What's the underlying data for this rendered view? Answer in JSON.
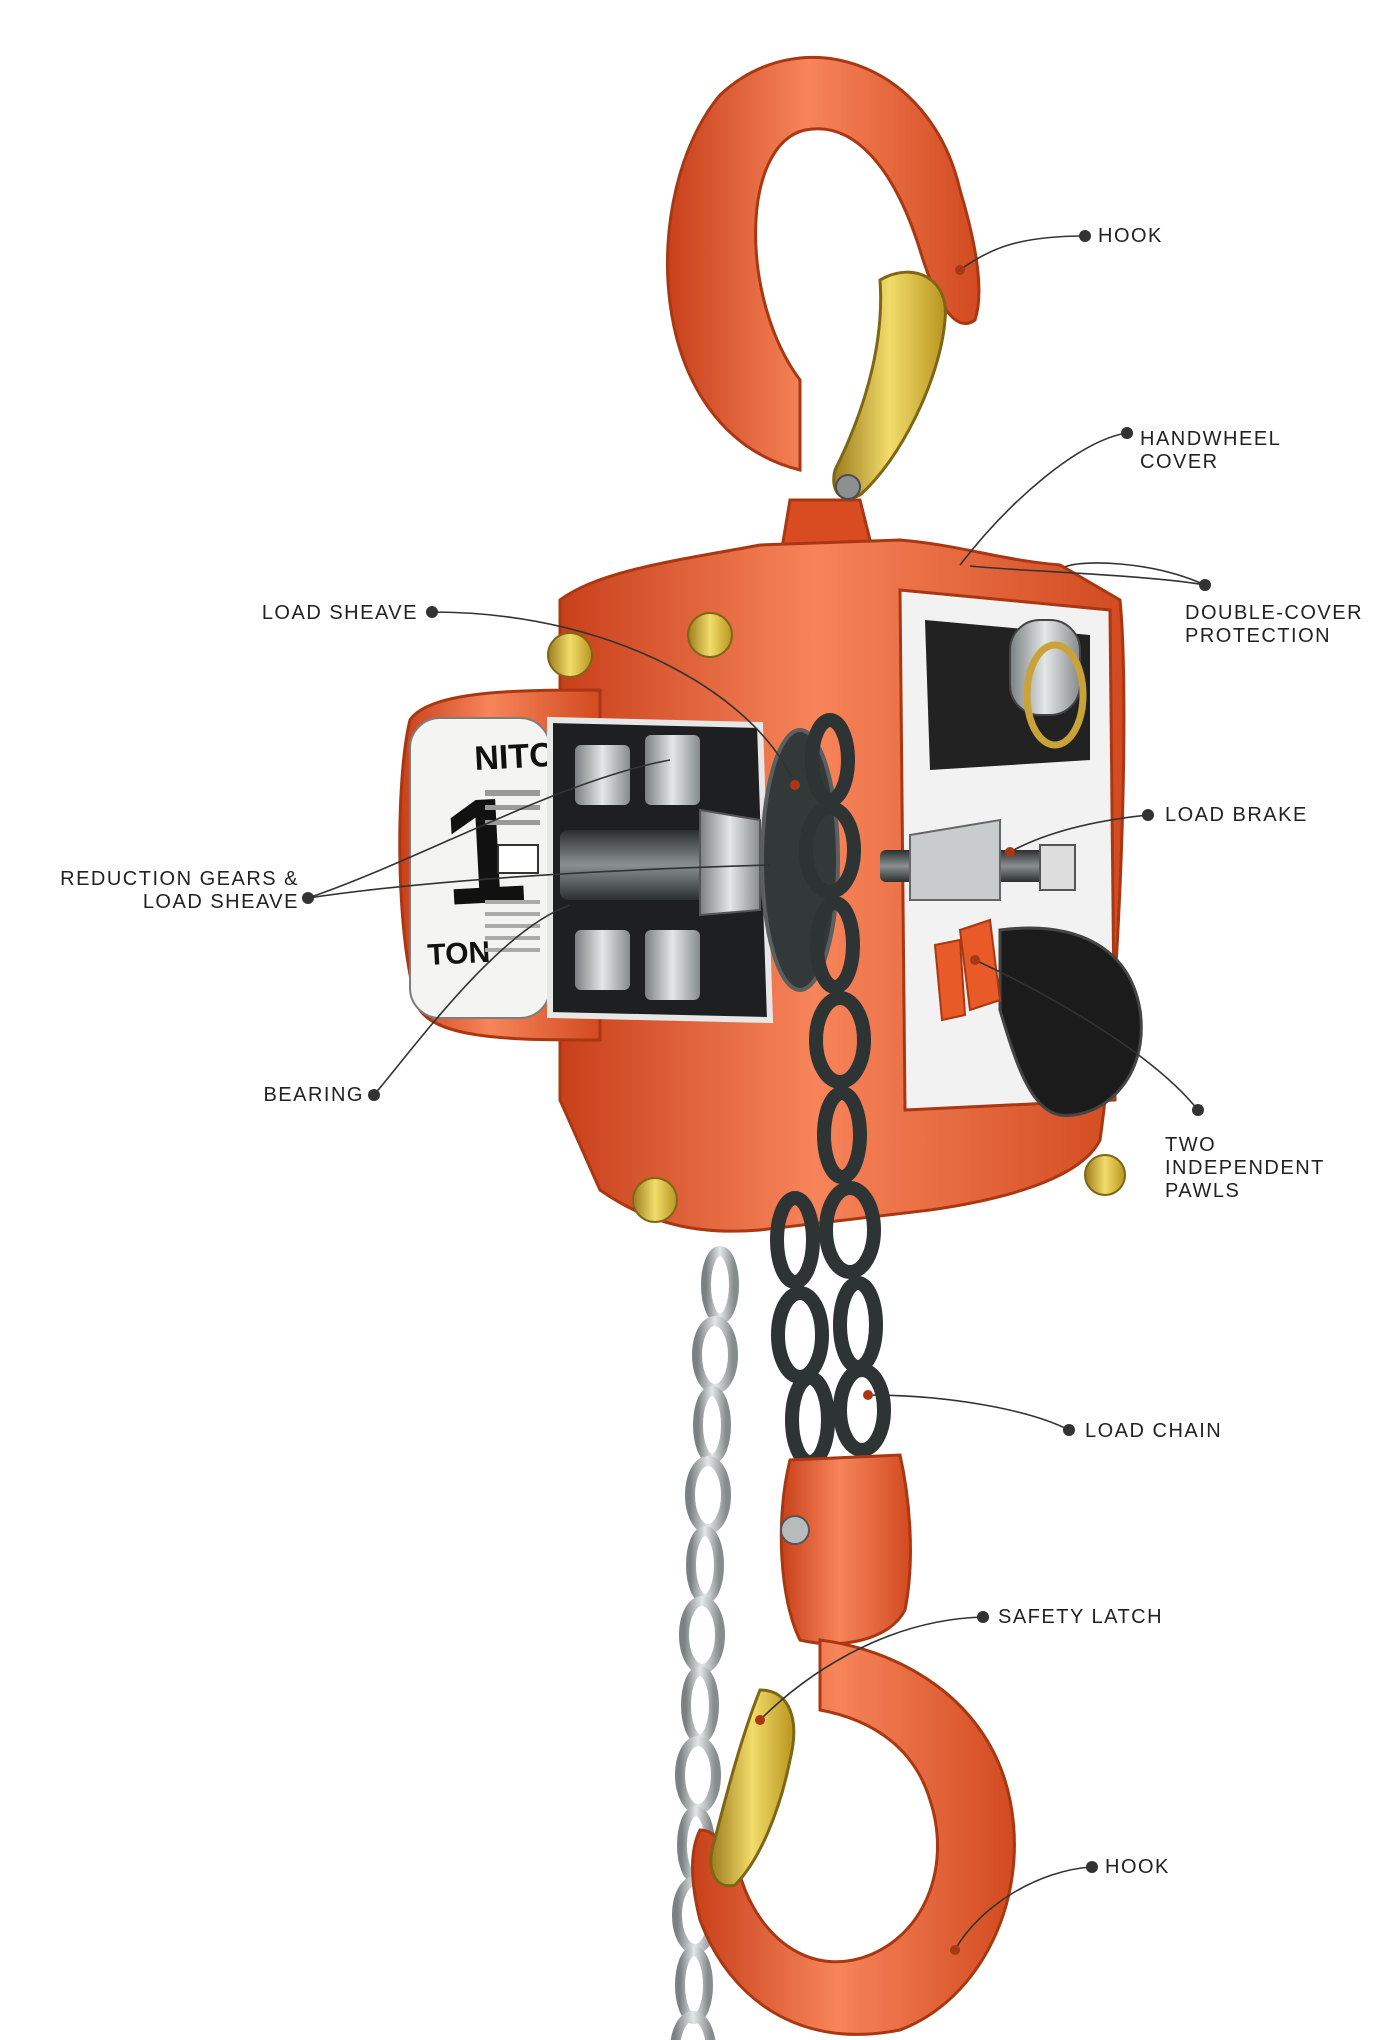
{
  "colors": {
    "body_orange": "#ee5a2c",
    "body_dark": "#c8401a",
    "body_light": "#f7845a",
    "latch_yellow": "#d6b43a",
    "chain_dark": "#2e3334",
    "chain_steel": "#b3b8b8",
    "label_text": "#222222",
    "leader": "#333333"
  },
  "nameplate": {
    "capacity_number": "1",
    "capacity_unit": "TON",
    "brand": "NITC"
  },
  "labels": {
    "hook_top": "HOOK",
    "handwheel_cover": [
      "HANDWHEEL",
      "COVER"
    ],
    "load_sheave": "LOAD  SHEAVE",
    "double_cover_protection": [
      "DOUBLE-COVER",
      "PROTECTION"
    ],
    "reduction_gears": [
      "REDUCTION  GEARS  &",
      "LOAD  SHEAVE"
    ],
    "load_brake": "LOAD  BRAKE",
    "bearing": "BEARING",
    "two_independent_pawls": [
      "TWO",
      "INDEPENDENT",
      "PAWLS"
    ],
    "load_chain": "LOAD  CHAIN",
    "safety_latch": "SAFETY  LATCH",
    "hook_bottom": "HOOK"
  }
}
